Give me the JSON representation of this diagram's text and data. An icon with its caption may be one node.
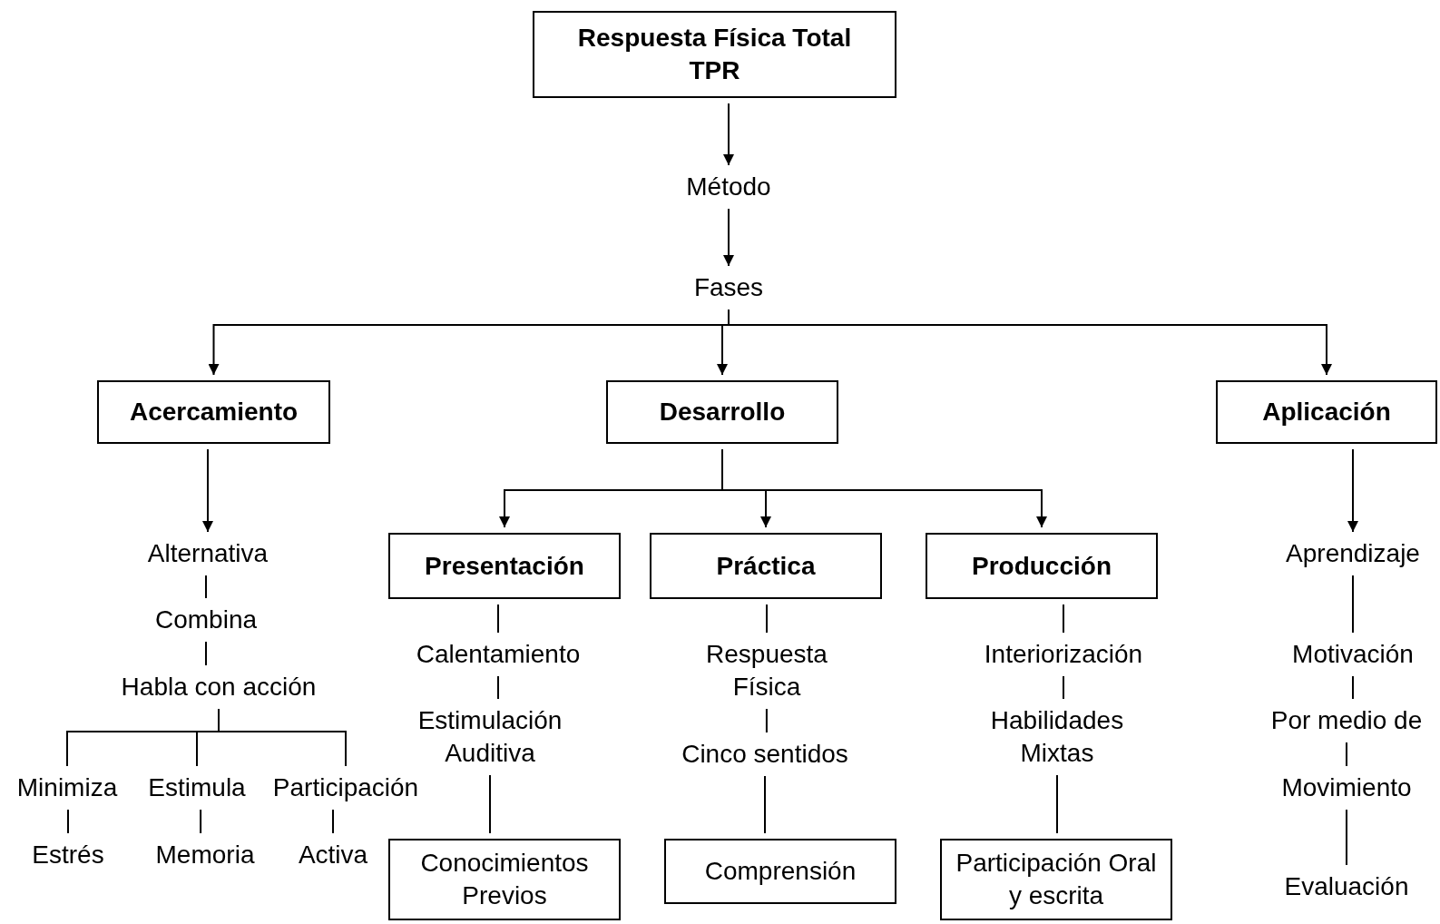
{
  "diagram": {
    "nodes": [
      {
        "text": [
          "Respuesta Física Total TPR"
        ]
      },
      {
        "text": [
          "Método"
        ]
      },
      {
        "text": [
          "Fases"
        ]
      },
      {
        "text": [
          "Acercamiento"
        ]
      },
      {
        "text": [
          "Desarrollo"
        ]
      },
      {
        "text": [
          "Aplicación"
        ]
      },
      {
        "text": [
          "Alternativa"
        ]
      },
      {
        "text": [
          "Combina"
        ]
      },
      {
        "text": [
          "Habla con acción"
        ]
      },
      {
        "text": [
          "Minimiza"
        ]
      },
      {
        "text": [
          "Estimula"
        ]
      },
      {
        "text": [
          "Participación"
        ]
      },
      {
        "text": [
          "Estrés"
        ]
      },
      {
        "text": [
          "Memoria"
        ]
      },
      {
        "text": [
          "Activa"
        ]
      },
      {
        "text": [
          "Presentación"
        ]
      },
      {
        "text": [
          "Práctica"
        ]
      },
      {
        "text": [
          "Producción"
        ]
      },
      {
        "text": [
          "Calentamiento"
        ]
      },
      {
        "text": [
          "Estimulación Auditiva"
        ]
      },
      {
        "text": [
          "Conocimientos Previos"
        ]
      },
      {
        "text": [
          "Respuesta Física"
        ]
      },
      {
        "text": [
          "Cinco sentidos"
        ]
      },
      {
        "text": [
          "Comprensión"
        ]
      },
      {
        "text": [
          "Interiorización"
        ]
      },
      {
        "text": [
          "Habilidades Mixtas"
        ]
      },
      {
        "text": [
          "Participación Oral y escrita"
        ]
      },
      {
        "text": [
          "Aprendizaje"
        ]
      },
      {
        "text": [
          "Motivación"
        ]
      },
      {
        "text": [
          "Por medio de"
        ]
      },
      {
        "text": [
          "Movimiento"
        ]
      },
      {
        "text": [
          "Evaluación"
        ]
      }
    ],
    "edges": [
      {
        "from": 0,
        "to": 1,
        "arrow": "to"
      },
      {
        "from": 1,
        "to": 2,
        "arrow": "to"
      },
      {
        "from": 2,
        "to": 3,
        "arrow": "to"
      },
      {
        "from": 2,
        "to": 4,
        "arrow": "to"
      },
      {
        "from": 2,
        "to": 5,
        "arrow": "to"
      },
      {
        "from": 3,
        "to": 6,
        "arrow": "to"
      },
      {
        "from": 6,
        "to": 7,
        "arrow": "none"
      },
      {
        "from": 7,
        "to": 8,
        "arrow": "none"
      },
      {
        "from": 8,
        "to": 9,
        "arrow": "none"
      },
      {
        "from": 8,
        "to": 10,
        "arrow": "none"
      },
      {
        "from": 8,
        "to": 11,
        "arrow": "none"
      },
      {
        "from": 9,
        "to": 12,
        "arrow": "none"
      },
      {
        "from": 10,
        "to": 13,
        "arrow": "none"
      },
      {
        "from": 11,
        "to": 14,
        "arrow": "none"
      },
      {
        "from": 4,
        "to": 15,
        "arrow": "to"
      },
      {
        "from": 4,
        "to": 16,
        "arrow": "to"
      },
      {
        "from": 4,
        "to": 17,
        "arrow": "to"
      },
      {
        "from": 15,
        "to": 18,
        "arrow": "none"
      },
      {
        "from": 18,
        "to": 19,
        "arrow": "none"
      },
      {
        "from": 19,
        "to": 20,
        "arrow": "none"
      },
      {
        "from": 16,
        "to": 21,
        "arrow": "none"
      },
      {
        "from": 21,
        "to": 22,
        "arrow": "none"
      },
      {
        "from": 22,
        "to": 23,
        "arrow": "none"
      },
      {
        "from": 17,
        "to": 24,
        "arrow": "none"
      },
      {
        "from": 24,
        "to": 25,
        "arrow": "none"
      },
      {
        "from": 25,
        "to": 26,
        "arrow": "none"
      },
      {
        "from": 5,
        "to": 27,
        "arrow": "to"
      },
      {
        "from": 27,
        "to": 28,
        "arrow": "none"
      },
      {
        "from": 28,
        "to": 29,
        "arrow": "none"
      },
      {
        "from": 29,
        "to": 30,
        "arrow": "none"
      },
      {
        "from": 30,
        "to": 31,
        "arrow": "none"
      }
    ]
  }
}
